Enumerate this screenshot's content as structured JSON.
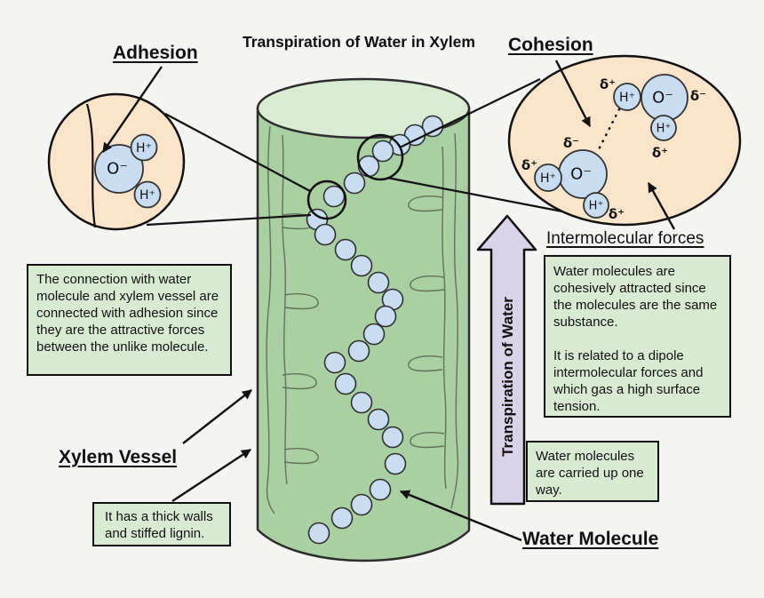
{
  "title": "Transpiration of Water in Xylem",
  "labels": {
    "adhesion": "Adhesion",
    "cohesion": "Cohesion",
    "intermolecular": "Intermolecular forces",
    "xylem_vessel": "Xylem Vessel",
    "water_molecule": "Water Molecule",
    "transpiration_arrow": "Transpiration of Water"
  },
  "atoms": {
    "h_plus": "H⁺",
    "o_minus": "O⁻",
    "delta_plus": "δ⁺",
    "delta_minus": "δ⁻"
  },
  "boxes": {
    "adhesion_note": "The connection with water molecule and xylem vessel are connected with adhesion since they are the attractive forces between the unlike molecule.",
    "cohesion_note_p1": "Water molecules are cohesively attracted since the molecules are the same substance.",
    "cohesion_note_p2": "It is related to a dipole intermolecular forces and which gas a high surface tension.",
    "carried_note": "Water molecules are carried up one way.",
    "lignin_note": "It has a thick walls and stiffed lignin."
  },
  "colors": {
    "bg": "#f4f4f3",
    "cylinder-body": "#A9CFA2",
    "cylinder-top": "#D9EBD3",
    "texture": "#55634f",
    "peach": "#FBE4C9",
    "molecule-blue": "#C8DCF2",
    "box-green": "#D9EAD3",
    "arrow-purple": "#D9D2E9",
    "ink": "#111111"
  }
}
